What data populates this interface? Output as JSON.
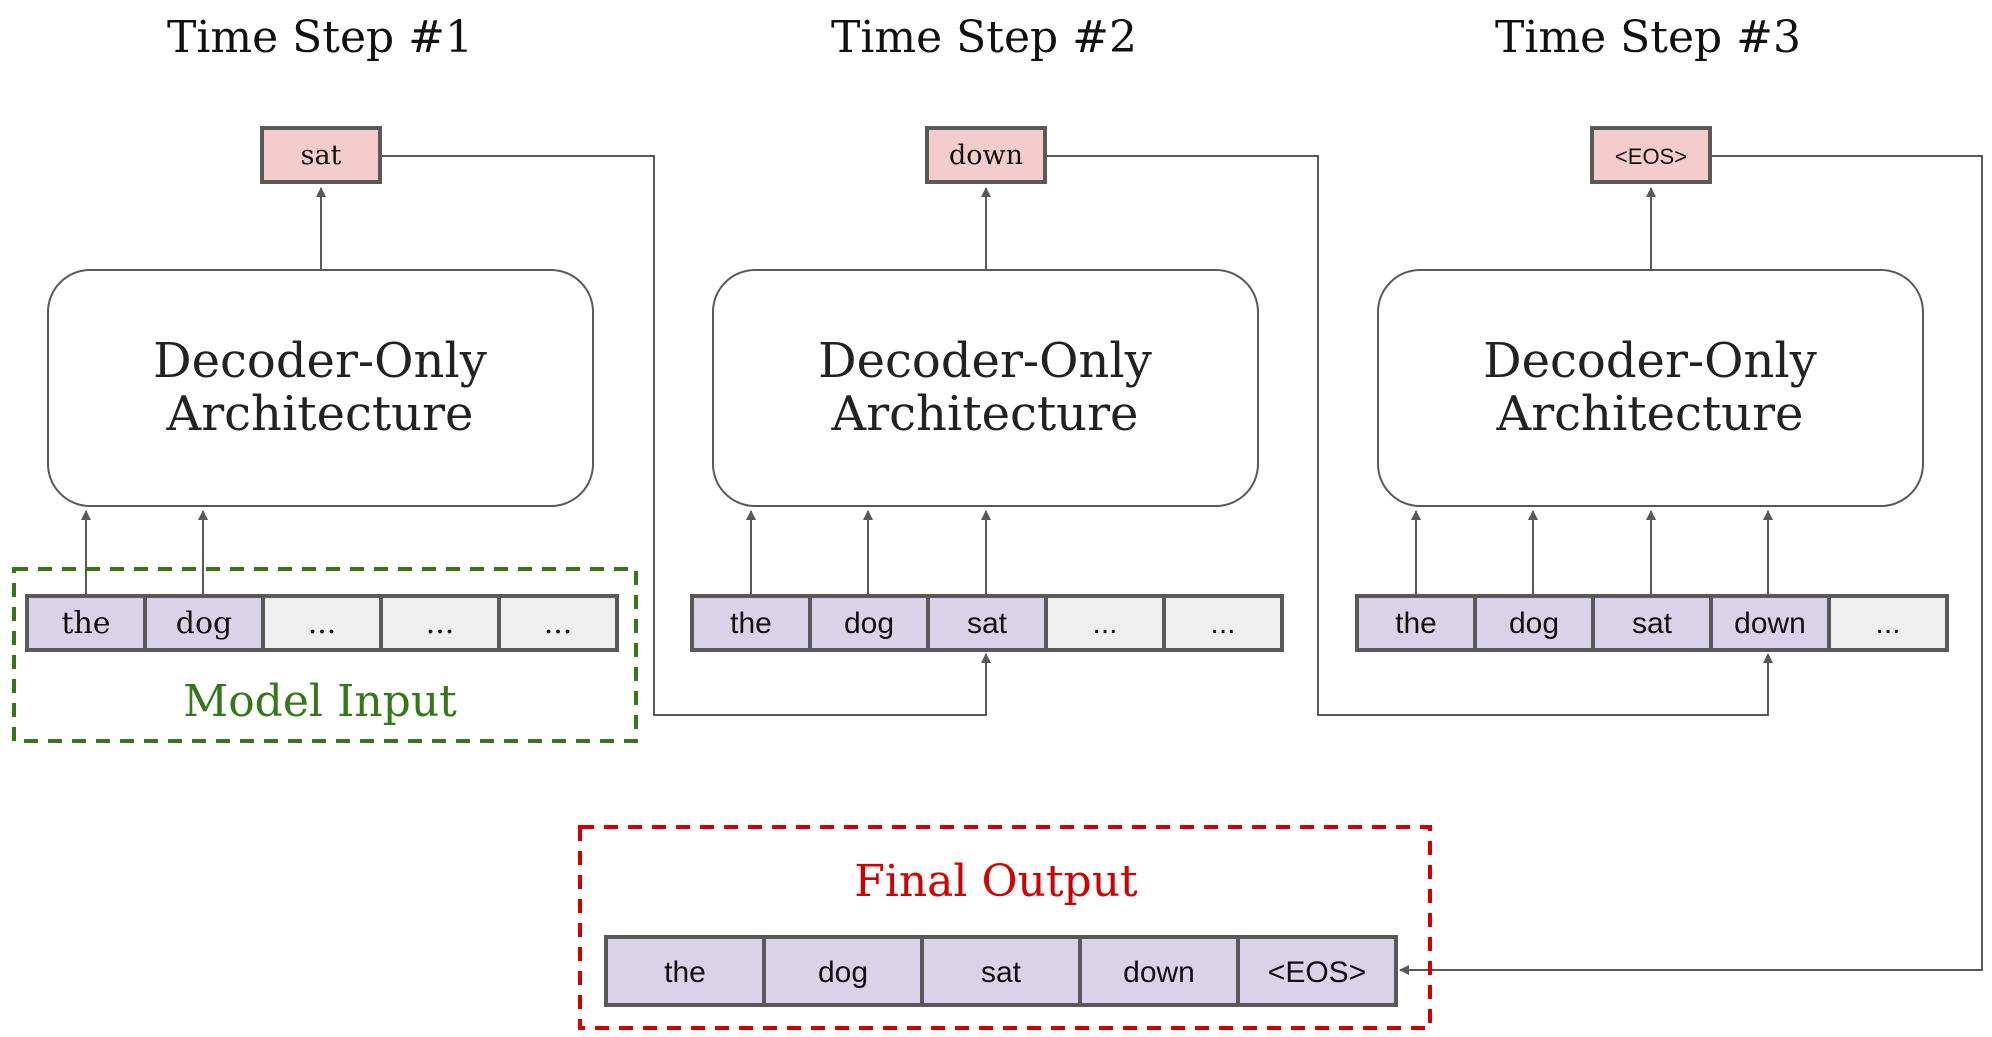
{
  "colors": {
    "token_fill": "#d9d2e9",
    "empty_fill": "#efefef",
    "output_fill": "#f4cccc",
    "box_stroke": "#595959",
    "model_input": "#38761d",
    "final_output": "#cc0000"
  },
  "steps": [
    {
      "title": "Time Step #1",
      "output": "sat",
      "arch_line1": "Decoder-Only",
      "arch_line2": "Architecture",
      "tokens": [
        "the",
        "dog",
        "...",
        "...",
        "..."
      ]
    },
    {
      "title": "Time Step #2",
      "output": "down",
      "arch_line1": "Decoder-Only",
      "arch_line2": "Architecture",
      "tokens": [
        "the",
        "dog",
        "sat",
        "...",
        "..."
      ]
    },
    {
      "title": "Time Step #3",
      "output": "<EOS>",
      "arch_line1": "Decoder-Only",
      "arch_line2": "Architecture",
      "tokens": [
        "the",
        "dog",
        "sat",
        "down",
        "..."
      ]
    }
  ],
  "model_input_label": "Model Input",
  "final_output": {
    "label": "Final Output",
    "tokens": [
      "the",
      "dog",
      "sat",
      "down",
      "<EOS>"
    ]
  }
}
